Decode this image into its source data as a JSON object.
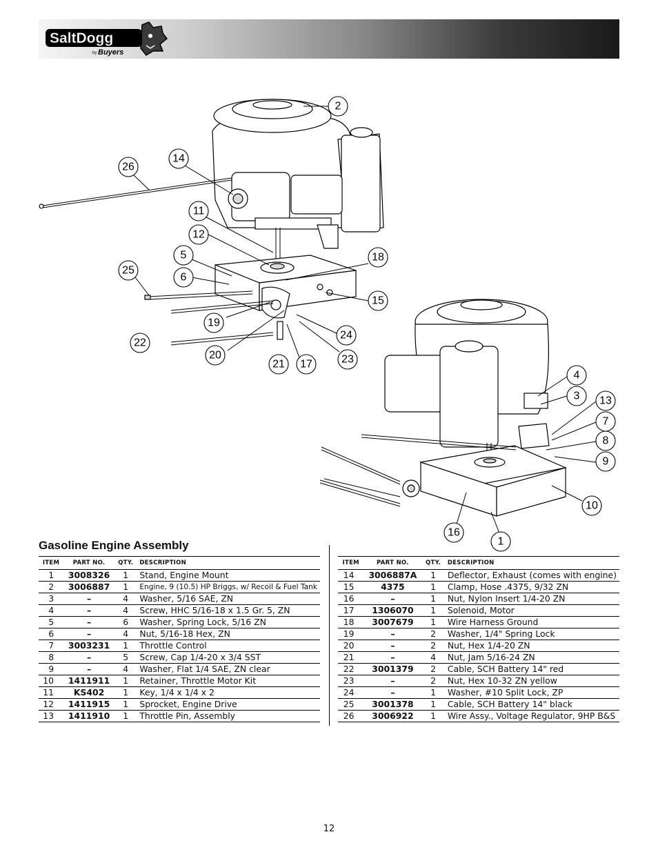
{
  "header": {
    "logo_text": "SaltDogg",
    "logo_subtext_by": "by",
    "logo_subtext_brand": "Buyers"
  },
  "section_title": "Gasoline Engine Assembly",
  "table_headers": {
    "item": "ITEM",
    "part_no": "PART NO.",
    "qty": "QTY.",
    "description": "DESCRIPTION"
  },
  "parts_left": [
    {
      "item": "1",
      "part_no": "3008326",
      "qty": "1",
      "description": "Stand, Engine Mount"
    },
    {
      "item": "2",
      "part_no": "3006887",
      "qty": "1",
      "description": "Engine, 9 (10.5) HP Briggs, w/ Recoil & Fuel Tank"
    },
    {
      "item": "3",
      "part_no": "–",
      "qty": "4",
      "description": "Washer, 5/16 SAE, ZN"
    },
    {
      "item": "4",
      "part_no": "–",
      "qty": "4",
      "description": "Screw, HHC 5/16-18 x 1.5 Gr. 5, ZN"
    },
    {
      "item": "5",
      "part_no": "–",
      "qty": "6",
      "description": "Washer, Spring Lock, 5/16 ZN"
    },
    {
      "item": "6",
      "part_no": "–",
      "qty": "4",
      "description": "Nut, 5/16-18 Hex, ZN"
    },
    {
      "item": "7",
      "part_no": "3003231",
      "qty": "1",
      "description": "Throttle Control"
    },
    {
      "item": "8",
      "part_no": "–",
      "qty": "5",
      "description": "Screw, Cap 1/4-20 x 3/4 SST"
    },
    {
      "item": "9",
      "part_no": "–",
      "qty": "4",
      "description": "Washer, Flat 1/4 SAE, ZN clear"
    },
    {
      "item": "10",
      "part_no": "1411911",
      "qty": "1",
      "description": "Retainer, Throttle Motor Kit"
    },
    {
      "item": "11",
      "part_no": "KS402",
      "qty": "1",
      "description": "Key, 1/4 x 1/4 x 2"
    },
    {
      "item": "12",
      "part_no": "1411915",
      "qty": "1",
      "description": "Sprocket, Engine Drive"
    },
    {
      "item": "13",
      "part_no": "1411910",
      "qty": "1",
      "description": "Throttle Pin, Assembly"
    }
  ],
  "parts_right": [
    {
      "item": "14",
      "part_no": "3006887A",
      "qty": "1",
      "description": "Deflector, Exhaust (comes with engine)"
    },
    {
      "item": "15",
      "part_no": "4375",
      "qty": "1",
      "description": "Clamp, Hose .4375, 9/32 ZN"
    },
    {
      "item": "16",
      "part_no": "–",
      "qty": "1",
      "description": "Nut, Nylon Insert 1/4-20 ZN"
    },
    {
      "item": "17",
      "part_no": "1306070",
      "qty": "1",
      "description": "Solenoid, Motor"
    },
    {
      "item": "18",
      "part_no": "3007679",
      "qty": "1",
      "description": "Wire Harness Ground"
    },
    {
      "item": "19",
      "part_no": "–",
      "qty": "2",
      "description": "Washer, 1/4\" Spring Lock"
    },
    {
      "item": "20",
      "part_no": "–",
      "qty": "2",
      "description": "Nut, Hex 1/4-20 ZN"
    },
    {
      "item": "21",
      "part_no": "–",
      "qty": "4",
      "description": "Nut, Jam 5/16-24 ZN"
    },
    {
      "item": "22",
      "part_no": "3001379",
      "qty": "2",
      "description": "Cable, SCH Battery 14\" red"
    },
    {
      "item": "23",
      "part_no": "–",
      "qty": "2",
      "description": "Nut, Hex 10-32 ZN yellow"
    },
    {
      "item": "24",
      "part_no": "–",
      "qty": "1",
      "description": "Washer, #10 Split Lock, ZP"
    },
    {
      "item": "25",
      "part_no": "3001378",
      "qty": "1",
      "description": "Cable, SCH Battery 14\" black"
    },
    {
      "item": "26",
      "part_no": "3006922",
      "qty": "1",
      "description": "Wire Assy., Voltage Regulator, 9HP B&S"
    }
  ],
  "diagram_callouts": [
    "1",
    "2",
    "3",
    "4",
    "5",
    "6",
    "7",
    "8",
    "9",
    "10",
    "11",
    "12",
    "13",
    "14",
    "15",
    "16",
    "17",
    "18",
    "19",
    "20",
    "21",
    "22",
    "23",
    "24",
    "25",
    "26"
  ],
  "page_number": "12"
}
